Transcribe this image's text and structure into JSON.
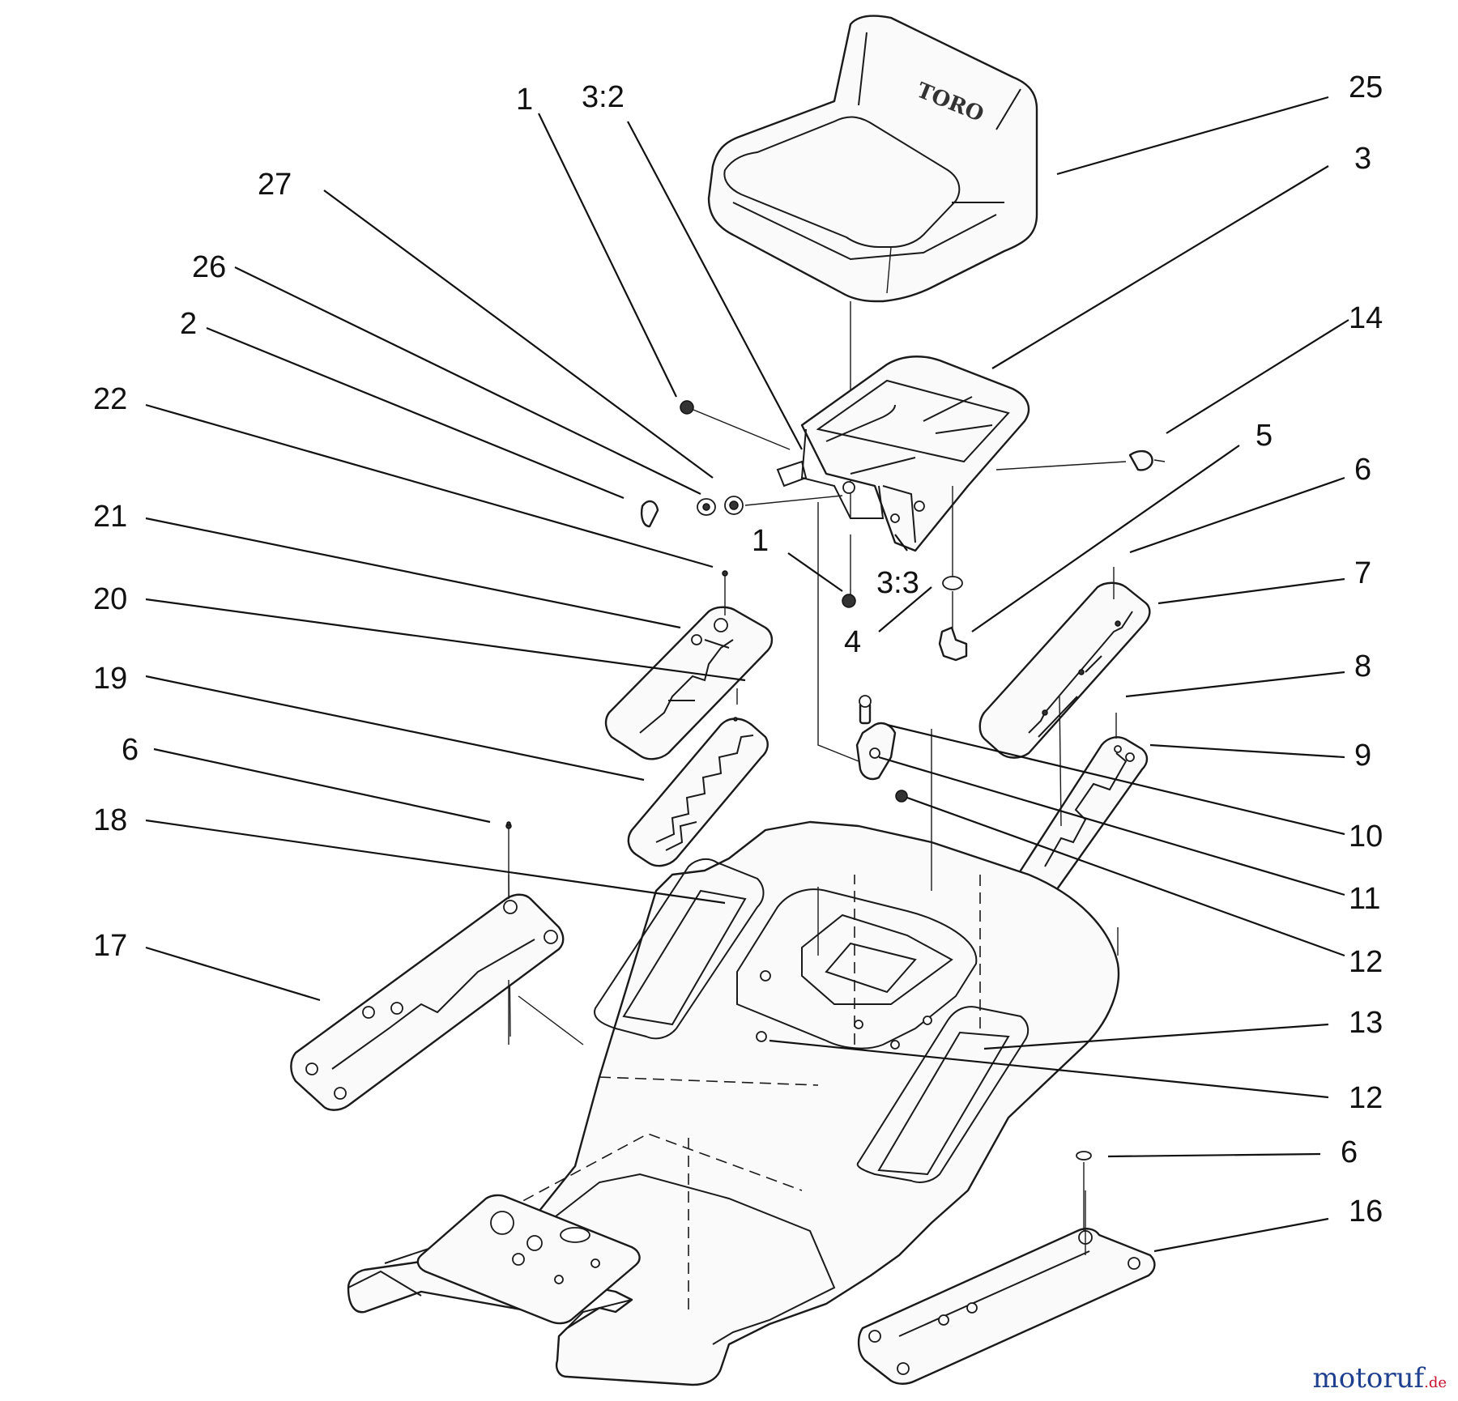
{
  "diagram": {
    "logo_on_seat": "TORO",
    "callouts": [
      {
        "id": "c25",
        "text": "25"
      },
      {
        "id": "c3",
        "text": "3"
      },
      {
        "id": "c1a",
        "text": "1"
      },
      {
        "id": "c32",
        "text": "3:2"
      },
      {
        "id": "c27",
        "text": "27"
      },
      {
        "id": "c26",
        "text": "26"
      },
      {
        "id": "c2",
        "text": "2"
      },
      {
        "id": "c22",
        "text": "22"
      },
      {
        "id": "c14",
        "text": "14"
      },
      {
        "id": "c5",
        "text": "5"
      },
      {
        "id": "c6a",
        "text": "6"
      },
      {
        "id": "c1b",
        "text": "1"
      },
      {
        "id": "c33",
        "text": "3:3"
      },
      {
        "id": "c4",
        "text": "4"
      },
      {
        "id": "c21",
        "text": "21"
      },
      {
        "id": "c7",
        "text": "7"
      },
      {
        "id": "c20",
        "text": "20"
      },
      {
        "id": "c8",
        "text": "8"
      },
      {
        "id": "c19",
        "text": "19"
      },
      {
        "id": "c9",
        "text": "9"
      },
      {
        "id": "c6b",
        "text": "6"
      },
      {
        "id": "c10",
        "text": "10"
      },
      {
        "id": "c18",
        "text": "18"
      },
      {
        "id": "c11",
        "text": "11"
      },
      {
        "id": "c12a",
        "text": "12"
      },
      {
        "id": "c17",
        "text": "17"
      },
      {
        "id": "c13",
        "text": "13"
      },
      {
        "id": "c12b",
        "text": "12"
      },
      {
        "id": "c6c",
        "text": "6"
      },
      {
        "id": "c16",
        "text": "16"
      }
    ]
  },
  "watermark": {
    "text": "motoruf",
    "suffix": ".de"
  }
}
